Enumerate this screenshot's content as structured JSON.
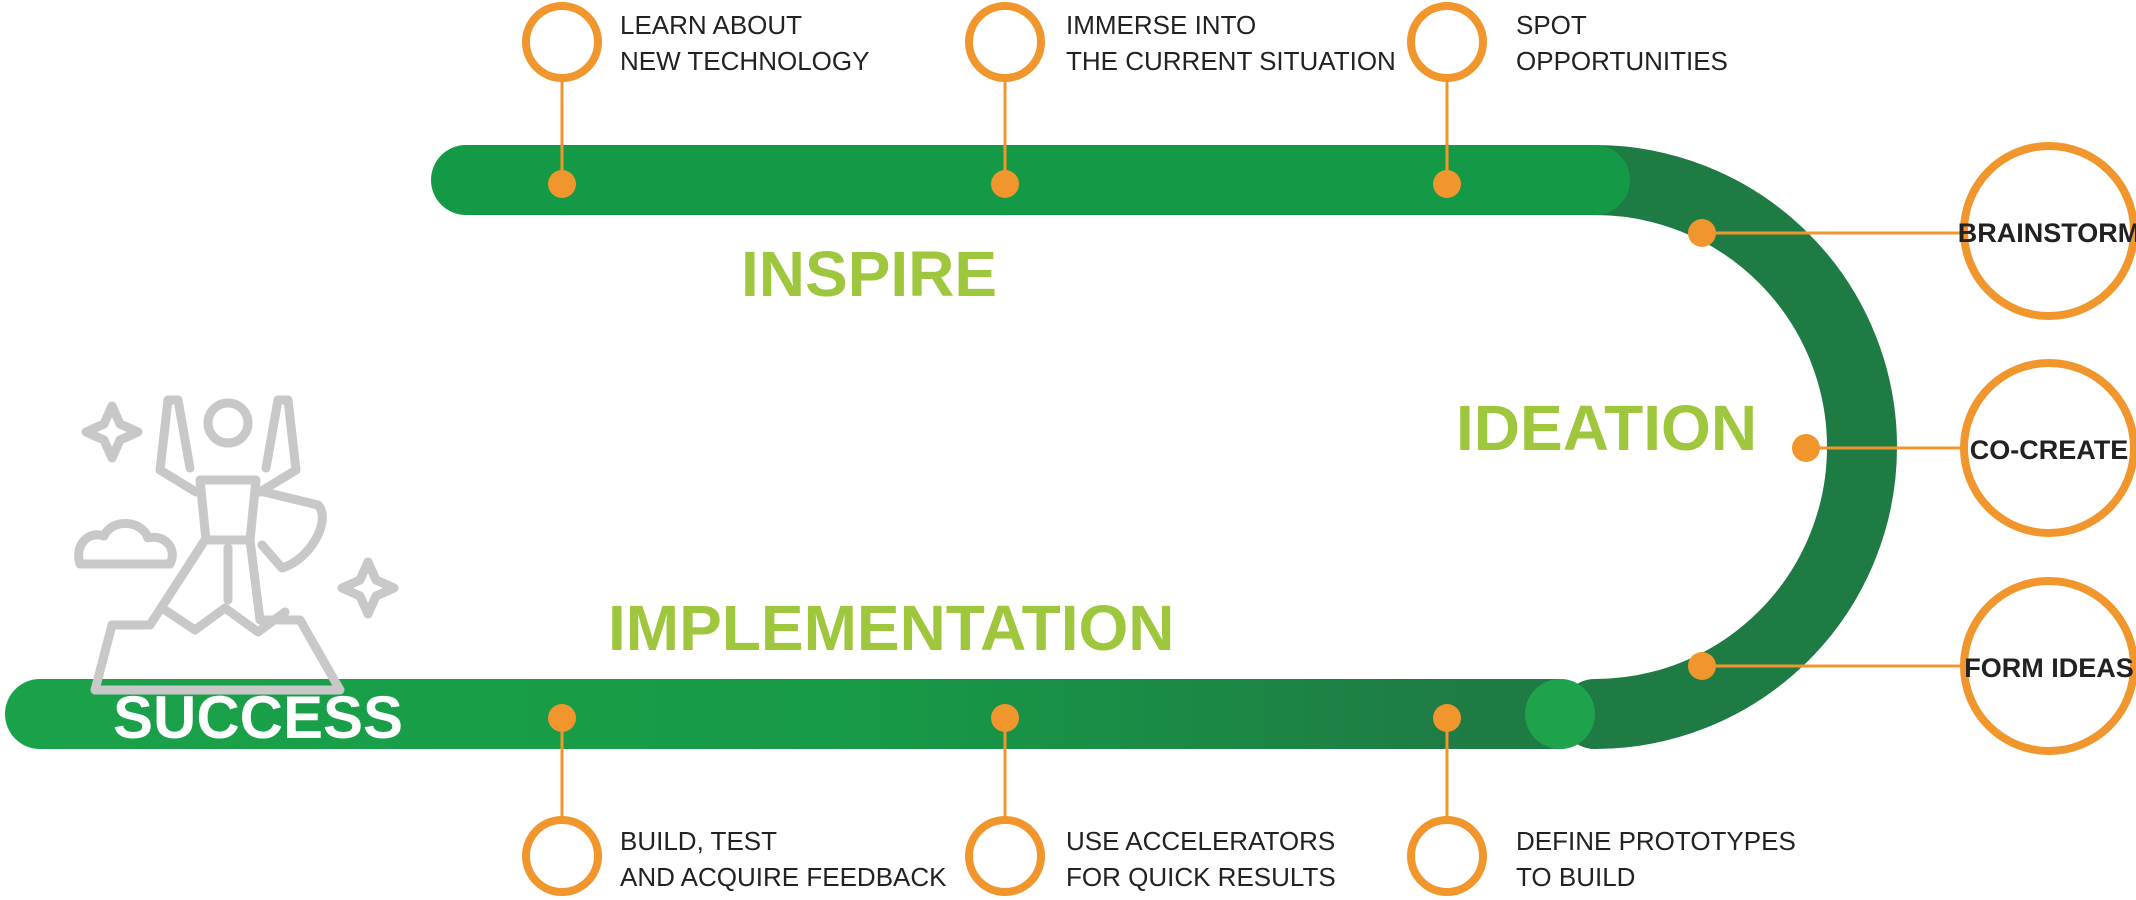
{
  "phases": {
    "inspire": "INSPIRE",
    "ideation": "IDEATION",
    "implementation": "IMPLEMENTATION",
    "success": "SUCCESS"
  },
  "top_steps": [
    {
      "line1": "LEARN ABOUT",
      "line2": "NEW TECHNOLOGY"
    },
    {
      "line1": "IMMERSE INTO",
      "line2": "THE CURRENT SITUATION"
    },
    {
      "line1": "SPOT",
      "line2": "OPPORTUNITIES"
    }
  ],
  "right_steps": [
    "BRAINSTORM",
    "CO-CREATE",
    "FORM IDEAS"
  ],
  "bottom_steps": [
    {
      "line1": "BUILD, TEST",
      "line2": "AND ACQUIRE FEEDBACK"
    },
    {
      "line1": "USE ACCELERATORS",
      "line2": "FOR QUICK RESULTS"
    },
    {
      "line1": "DEFINE PROTOTYPES",
      "line2": "TO BUILD"
    }
  ],
  "icons": {
    "hero": "summit-person-icon"
  },
  "colors": {
    "green": "#149a46",
    "dark_green": "#1e7b44",
    "lime": "#9ec73d",
    "orange": "#f0962d",
    "text": "#222222",
    "icon_gray": "#c8c8c8"
  }
}
